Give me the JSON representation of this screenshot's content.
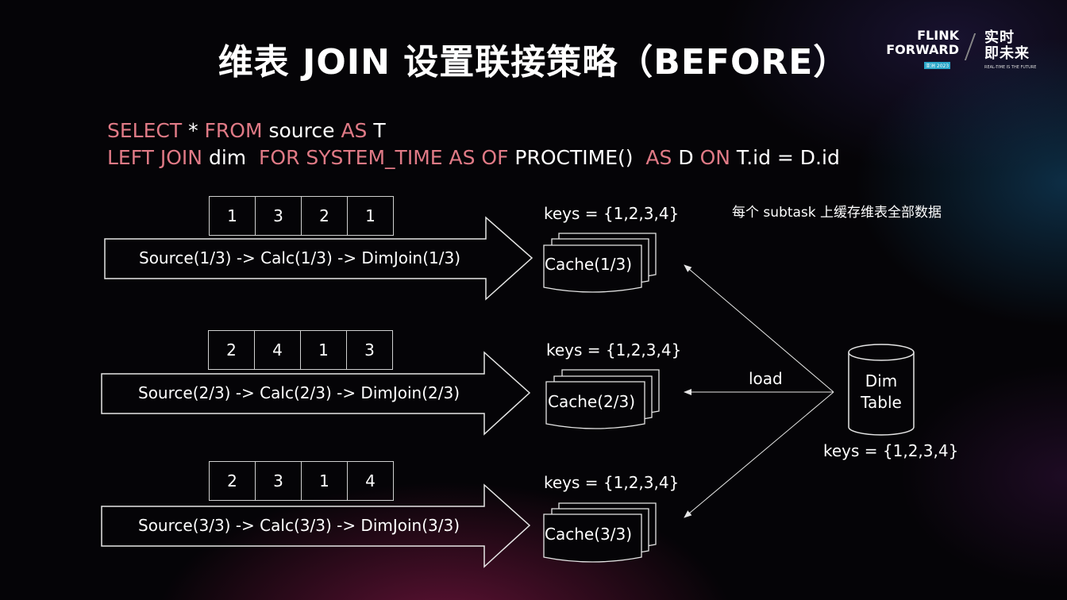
{
  "title": "维表 JOIN 设置联接策略（BEFORE）",
  "logo": {
    "line1": "FLINK",
    "line2": "FORWARD",
    "badge": "亚洲 2023",
    "cn_line1": "实时",
    "cn_line2": "即未来",
    "tagline": "REAL-TIME IS THE FUTURE"
  },
  "sql": {
    "l1_kw1": "SELECT",
    "l1_t1": " * ",
    "l1_kw2": "FROM",
    "l1_t2": " source ",
    "l1_kw3": "AS",
    "l1_t3": " T",
    "l2_kw1": "LEFT JOIN",
    "l2_t1": " dim  ",
    "l2_kw2": "FOR SYSTEM_TIME AS OF",
    "l2_t2": " PROCTIME()  ",
    "l2_kw3": "AS",
    "l2_t3": " D ",
    "l2_kw4": "ON",
    "l2_t4": " T.id = D.id"
  },
  "note": "每个 subtask 上缓存维表全部数据",
  "rows": [
    {
      "tokens": [
        "1",
        "3",
        "2",
        "1"
      ],
      "label": "Source(1/3) -> Calc(1/3) -> DimJoin(1/3)",
      "keys": "keys = {1,2,3,4}",
      "cache": "Cache(1/3)"
    },
    {
      "tokens": [
        "2",
        "4",
        "1",
        "3"
      ],
      "label": "Source(2/3) -> Calc(2/3) -> DimJoin(2/3)",
      "keys": "keys = {1,2,3,4}",
      "cache": "Cache(2/3)"
    },
    {
      "tokens": [
        "2",
        "3",
        "1",
        "4"
      ],
      "label": "Source(3/3) -> Calc(3/3) -> DimJoin(3/3)",
      "keys": "keys = {1,2,3,4}",
      "cache": "Cache(3/3)"
    }
  ],
  "load": "load",
  "dim": {
    "line1": "Dim",
    "line2": "Table",
    "keys": "keys = {1,2,3,4}"
  },
  "colors": {
    "keyword": "#e07a86",
    "text": "#ffffff",
    "background": "#050407"
  }
}
